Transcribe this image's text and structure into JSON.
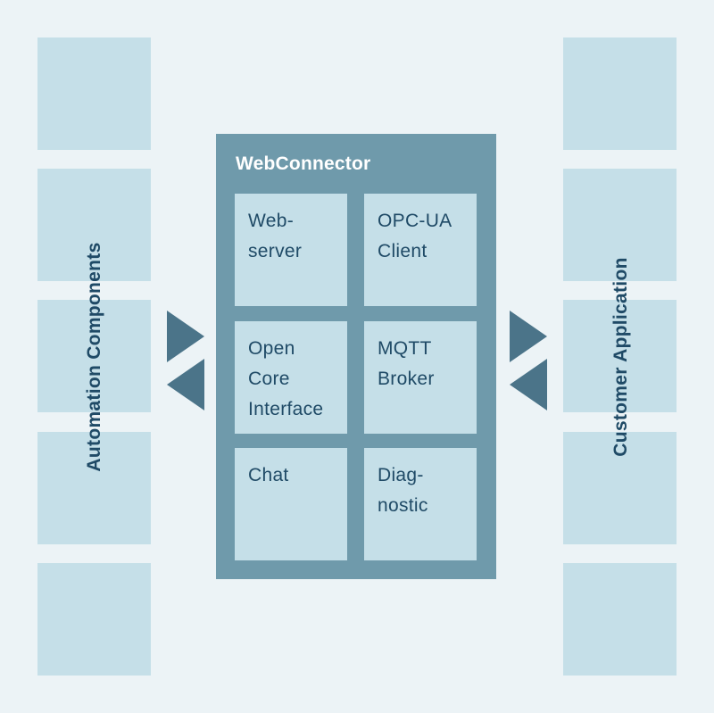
{
  "left_panel": {
    "label": "Automation Components"
  },
  "right_panel": {
    "label": "Customer Application"
  },
  "web_connector": {
    "title": "WebConnector",
    "modules": [
      {
        "lines": [
          "Web-",
          "server"
        ]
      },
      {
        "lines": [
          "OPC-UA",
          "Client"
        ]
      },
      {
        "lines": [
          "Open",
          "Core",
          "Interface"
        ]
      },
      {
        "lines": [
          "MQTT",
          "Broker"
        ]
      },
      {
        "lines": [
          "Chat"
        ]
      },
      {
        "lines": [
          "Diag-",
          "nostic"
        ]
      }
    ]
  },
  "colors": {
    "background": "#ecf3f6",
    "light_box": "#c5dfe8",
    "main_box": "#6f9aab",
    "arrow": "#4b7489",
    "text_dark": "#1f4a66",
    "title_text": "#ffffff"
  },
  "icons": [
    "arrow-right-icon",
    "arrow-left-icon"
  ]
}
